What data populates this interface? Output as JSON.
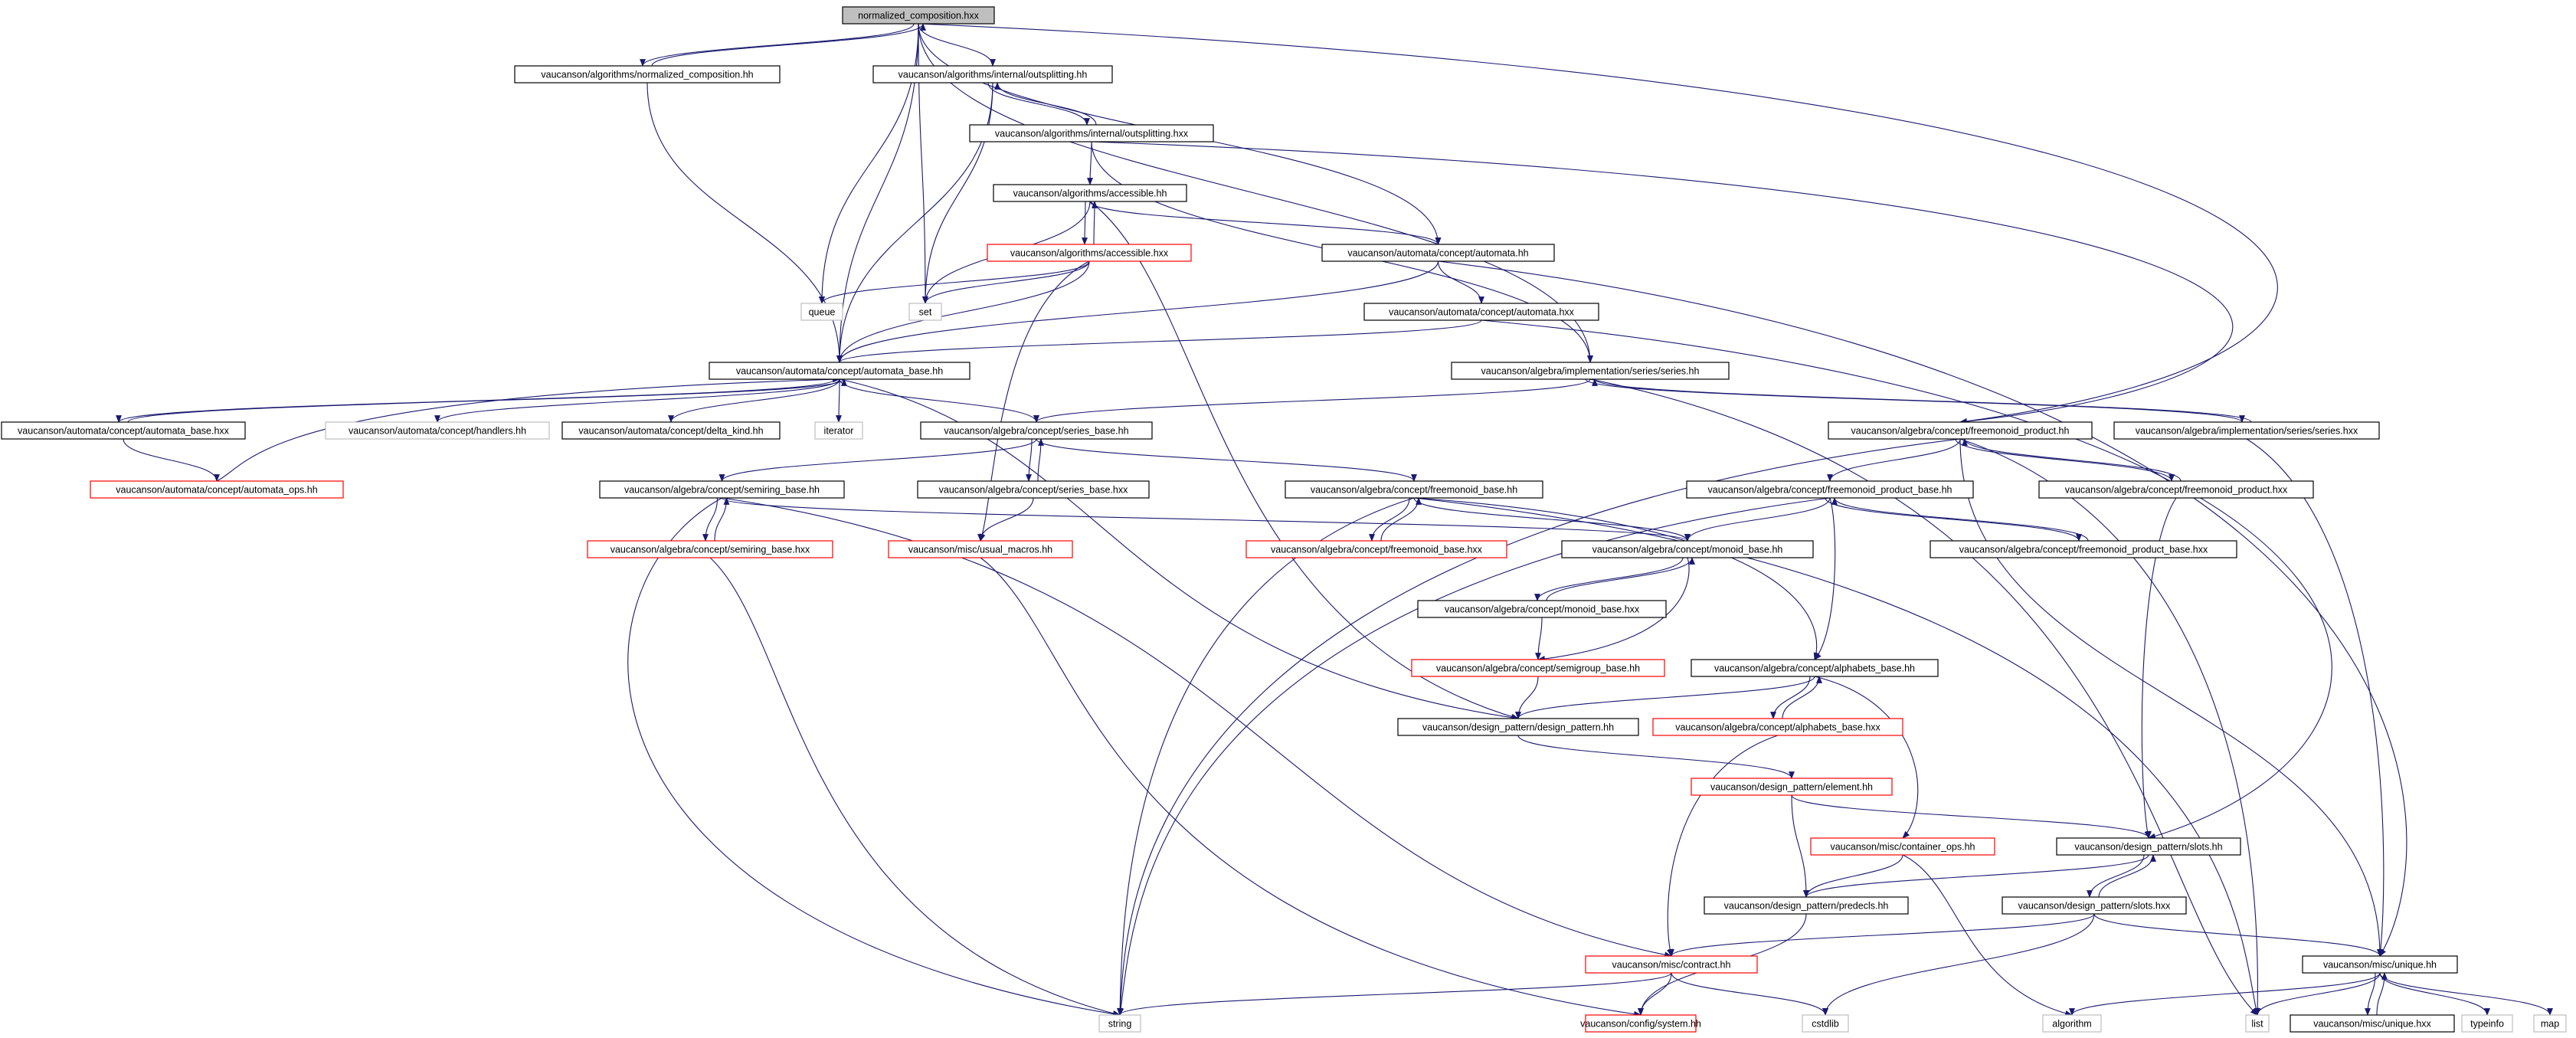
{
  "graph": {
    "title": "normalized_composition.hxx",
    "colors": {
      "edge": "#191970",
      "root_fill": "#bfbfbf",
      "documented_border": "#000000",
      "undocumented_border": "#ff0000",
      "external_border": "#bfbfbf"
    },
    "nodes": [
      {
        "id": "root",
        "label": "normalized_composition.hxx",
        "kind": "root"
      },
      {
        "id": "n_normcomp_hh",
        "label": "vaucanson/algorithms/normalized_composition.hh",
        "kind": "documented"
      },
      {
        "id": "n_outsplit_hh",
        "label": "vaucanson/algorithms/internal/outsplitting.hh",
        "kind": "documented"
      },
      {
        "id": "n_outsplit_hxx",
        "label": "vaucanson/algorithms/internal/outsplitting.hxx",
        "kind": "documented"
      },
      {
        "id": "n_accessible_hh",
        "label": "vaucanson/algorithms/accessible.hh",
        "kind": "documented"
      },
      {
        "id": "n_accessible_hxx",
        "label": "vaucanson/algorithms/accessible.hxx",
        "kind": "undocumented"
      },
      {
        "id": "n_automata_hh",
        "label": "vaucanson/automata/concept/automata.hh",
        "kind": "documented"
      },
      {
        "id": "n_automata_hxx",
        "label": "vaucanson/automata/concept/automata.hxx",
        "kind": "documented"
      },
      {
        "id": "n_queue",
        "label": "queue",
        "kind": "external"
      },
      {
        "id": "n_set",
        "label": "set",
        "kind": "external"
      },
      {
        "id": "n_automata_base_hh",
        "label": "vaucanson/automata/concept/automata_base.hh",
        "kind": "documented"
      },
      {
        "id": "n_series_hh",
        "label": "vaucanson/algebra/implementation/series/series.hh",
        "kind": "documented"
      },
      {
        "id": "n_automata_base_hxx",
        "label": "vaucanson/automata/concept/automata_base.hxx",
        "kind": "documented"
      },
      {
        "id": "n_handlers",
        "label": "vaucanson/automata/concept/handlers.hh",
        "kind": "external"
      },
      {
        "id": "n_delta_kind",
        "label": "vaucanson/automata/concept/delta_kind.hh",
        "kind": "documented"
      },
      {
        "id": "n_iterator",
        "label": "iterator",
        "kind": "external"
      },
      {
        "id": "n_series_base_hh",
        "label": "vaucanson/algebra/concept/series_base.hh",
        "kind": "documented"
      },
      {
        "id": "n_fmp_hh",
        "label": "vaucanson/algebra/concept/freemonoid_product.hh",
        "kind": "documented"
      },
      {
        "id": "n_series_hxx",
        "label": "vaucanson/algebra/implementation/series/series.hxx",
        "kind": "documented"
      },
      {
        "id": "n_automata_ops",
        "label": "vaucanson/automata/concept/automata_ops.hh",
        "kind": "undocumented"
      },
      {
        "id": "n_semiring_base_hh",
        "label": "vaucanson/algebra/concept/semiring_base.hh",
        "kind": "documented"
      },
      {
        "id": "n_series_base_hxx",
        "label": "vaucanson/algebra/concept/series_base.hxx",
        "kind": "documented"
      },
      {
        "id": "n_freemonoid_base_hh",
        "label": "vaucanson/algebra/concept/freemonoid_base.hh",
        "kind": "documented"
      },
      {
        "id": "n_fmpb_hh",
        "label": "vaucanson/algebra/concept/freemonoid_product_base.hh",
        "kind": "documented"
      },
      {
        "id": "n_fmp_hxx",
        "label": "vaucanson/algebra/concept/freemonoid_product.hxx",
        "kind": "documented"
      },
      {
        "id": "n_semiring_base_hxx",
        "label": "vaucanson/algebra/concept/semiring_base.hxx",
        "kind": "undocumented"
      },
      {
        "id": "n_usual_macros",
        "label": "vaucanson/misc/usual_macros.hh",
        "kind": "undocumented"
      },
      {
        "id": "n_freemonoid_base_hxx",
        "label": "vaucanson/algebra/concept/freemonoid_base.hxx",
        "kind": "undocumented"
      },
      {
        "id": "n_monoid_base_hh",
        "label": "vaucanson/algebra/concept/monoid_base.hh",
        "kind": "documented"
      },
      {
        "id": "n_fmpb_hxx",
        "label": "vaucanson/algebra/concept/freemonoid_product_base.hxx",
        "kind": "documented"
      },
      {
        "id": "n_monoid_base_hxx",
        "label": "vaucanson/algebra/concept/monoid_base.hxx",
        "kind": "documented"
      },
      {
        "id": "n_semigroup_base",
        "label": "vaucanson/algebra/concept/semigroup_base.hh",
        "kind": "undocumented"
      },
      {
        "id": "n_alphabets_base_hh",
        "label": "vaucanson/algebra/concept/alphabets_base.hh",
        "kind": "documented"
      },
      {
        "id": "n_design_pattern",
        "label": "vaucanson/design_pattern/design_pattern.hh",
        "kind": "documented"
      },
      {
        "id": "n_alphabets_base_hxx",
        "label": "vaucanson/algebra/concept/alphabets_base.hxx",
        "kind": "undocumented"
      },
      {
        "id": "n_element",
        "label": "vaucanson/design_pattern/element.hh",
        "kind": "undocumented"
      },
      {
        "id": "n_container_ops",
        "label": "vaucanson/misc/container_ops.hh",
        "kind": "undocumented"
      },
      {
        "id": "n_slots_hh",
        "label": "vaucanson/design_pattern/slots.hh",
        "kind": "documented"
      },
      {
        "id": "n_predecls",
        "label": "vaucanson/design_pattern/predecls.hh",
        "kind": "documented"
      },
      {
        "id": "n_slots_hxx",
        "label": "vaucanson/design_pattern/slots.hxx",
        "kind": "documented"
      },
      {
        "id": "n_contract",
        "label": "vaucanson/misc/contract.hh",
        "kind": "undocumented"
      },
      {
        "id": "n_unique_hh",
        "label": "vaucanson/misc/unique.hh",
        "kind": "documented"
      },
      {
        "id": "n_string",
        "label": "string",
        "kind": "external"
      },
      {
        "id": "n_system",
        "label": "vaucanson/config/system.hh",
        "kind": "undocumented"
      },
      {
        "id": "n_cstdlib",
        "label": "cstdlib",
        "kind": "external"
      },
      {
        "id": "n_algorithm",
        "label": "algorithm",
        "kind": "external"
      },
      {
        "id": "n_list",
        "label": "list",
        "kind": "external"
      },
      {
        "id": "n_unique_hxx",
        "label": "vaucanson/misc/unique.hxx",
        "kind": "documented"
      },
      {
        "id": "n_typeinfo",
        "label": "typeinfo",
        "kind": "external"
      },
      {
        "id": "n_map",
        "label": "map",
        "kind": "external"
      }
    ]
  }
}
